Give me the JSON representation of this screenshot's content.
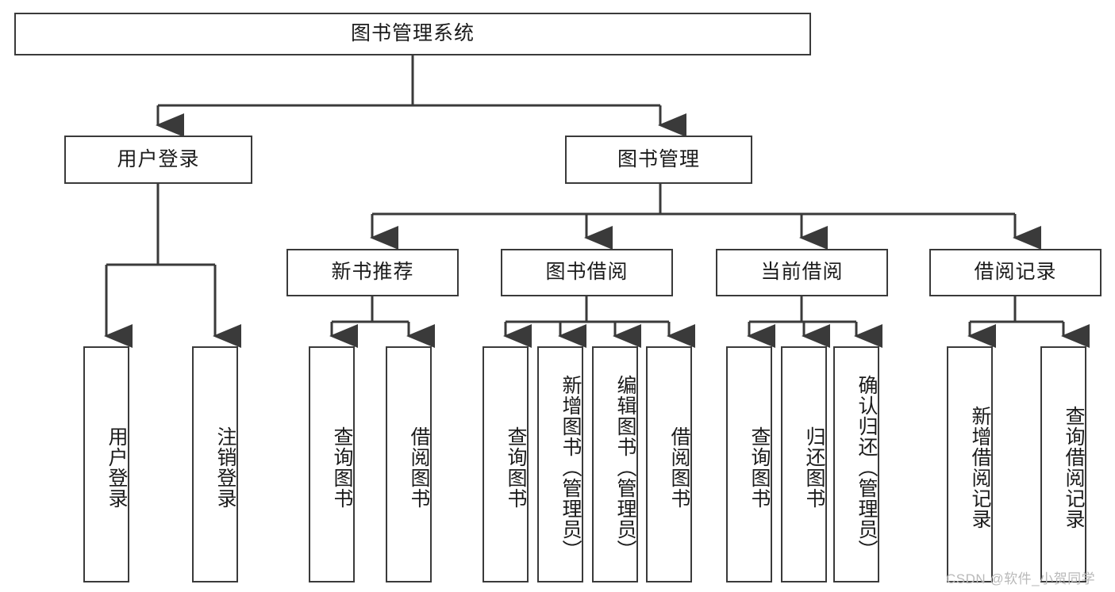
{
  "diagram": {
    "type": "tree",
    "title": "图书管理系统",
    "watermark": "CSDN @软件_小贺同学",
    "colors": {
      "stroke": "#3a3a3a",
      "fill": "#ffffff",
      "text": "#1b1b1b",
      "watermark": "#b9b9b9"
    },
    "nodes": {
      "root": "图书管理系统",
      "level2": [
        {
          "label": "用户登录"
        },
        {
          "label": "图书管理"
        }
      ],
      "level3": [
        {
          "label": "新书推荐"
        },
        {
          "label": "图书借阅"
        },
        {
          "label": "当前借阅"
        },
        {
          "label": "借阅记录"
        }
      ],
      "leaves": {
        "user_login": [
          {
            "label": "用户登录"
          },
          {
            "label": "注销登录"
          }
        ],
        "new_book": [
          {
            "label": "查询图书"
          },
          {
            "label": "借阅图书"
          }
        ],
        "book_borrow": [
          {
            "label": "查询图书"
          },
          {
            "label": "新增图书（管理员）"
          },
          {
            "label": "编辑图书（管理员）"
          },
          {
            "label": "借阅图书"
          }
        ],
        "current_borrow": [
          {
            "label": "查询图书"
          },
          {
            "label": "归还图书"
          },
          {
            "label": "确认归还（管理员）"
          }
        ],
        "borrow_record": [
          {
            "label": "新增借阅记录"
          },
          {
            "label": "查询借阅记录"
          }
        ]
      }
    }
  }
}
